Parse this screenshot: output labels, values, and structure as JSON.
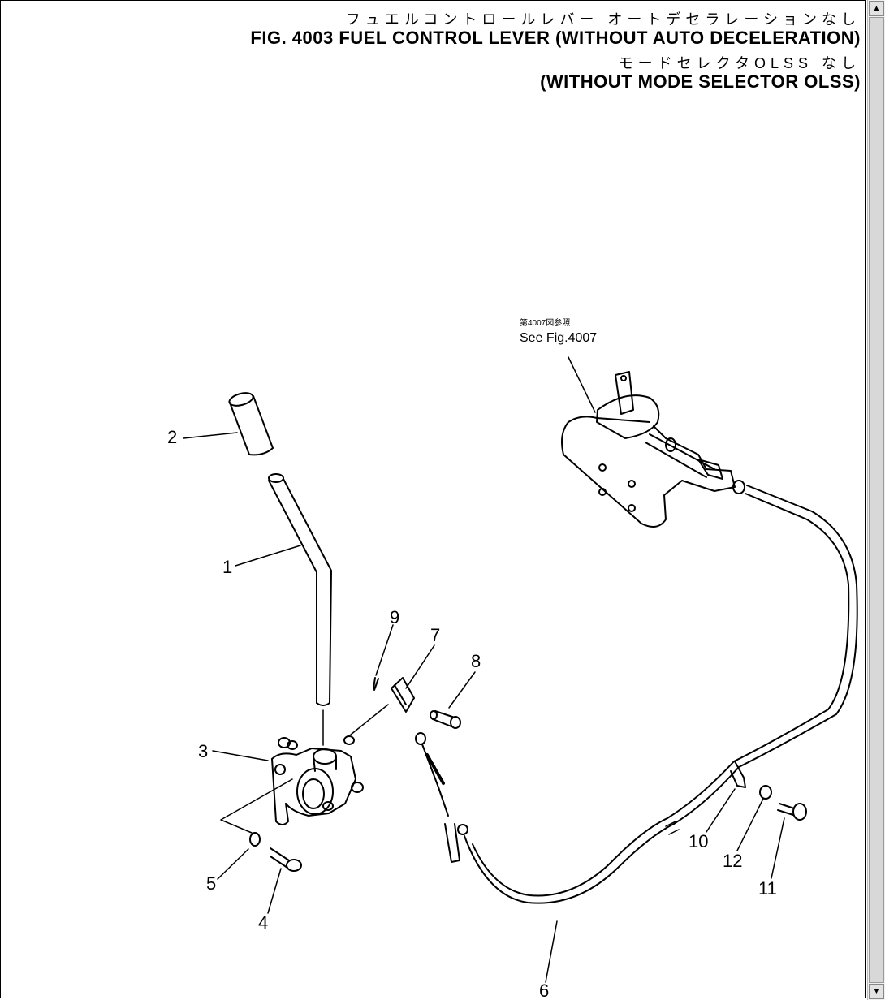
{
  "title": {
    "jp_line1": "フュエルコントロールレバー オートデセラレーションなし",
    "en_line1": "FIG. 4003  FUEL CONTROL LEVER (WITHOUT AUTO DECELERATION)",
    "jp_line2": "モードセレクタOLSS なし",
    "en_line2": "(WITHOUT MODE SELECTOR OLSS)"
  },
  "reference": {
    "jp": "第4007図参照",
    "en": "See Fig.4007"
  },
  "callouts": {
    "p1": "1",
    "p2": "2",
    "p3": "3",
    "p4": "4",
    "p5": "5",
    "p6": "6",
    "p7": "7",
    "p8": "8",
    "p9": "9",
    "p10": "10",
    "p11": "11",
    "p12": "12"
  },
  "scrollbar": {
    "up_icon": "▲",
    "down_icon": "▼"
  }
}
